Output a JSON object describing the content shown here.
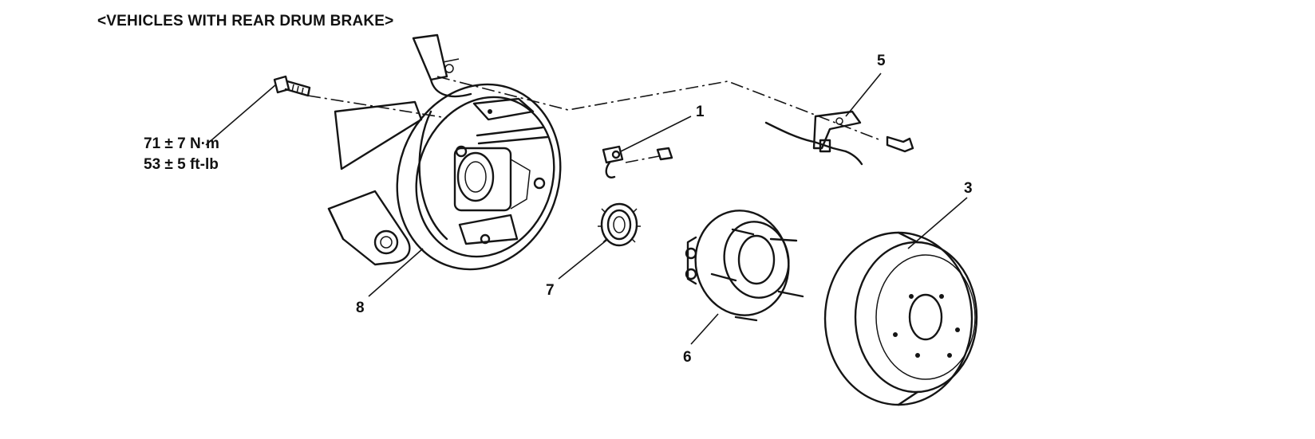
{
  "title": "<VEHICLES WITH REAR DRUM BRAKE>",
  "torque": {
    "metric": "71 ± 7 N·m",
    "imperial": "53 ± 5 ft-lb"
  },
  "callouts": {
    "c1": "1",
    "c3": "3",
    "c5": "5",
    "c6": "6",
    "c7": "7",
    "c8": "8"
  }
}
